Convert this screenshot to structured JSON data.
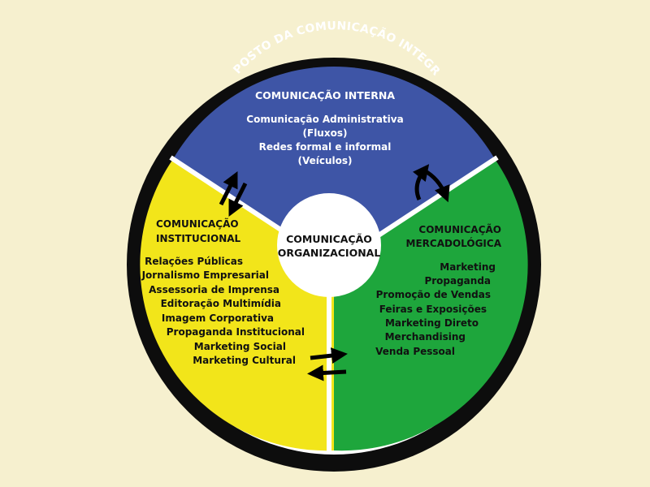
{
  "ring_title": "COMPOSTO DA COMUNICAÇÃO INTEGRADA",
  "center": {
    "lines": [
      "COMUNICAÇÃO",
      "ORGANIZACIONAL"
    ]
  },
  "sectors": {
    "interna": {
      "title": "COMUNICAÇÃO INTERNA",
      "items": [
        "Comunicação Administrativa",
        "(Fluxos)",
        "Redes formal e informal",
        "(Veículos)"
      ]
    },
    "institucional": {
      "title_lines": [
        "COMUNICAÇÃO",
        "INSTITUCIONAL"
      ],
      "items": [
        "Relações Públicas",
        "Jornalismo Empresarial",
        "Assessoria de Imprensa",
        "Editoração Multimídia",
        "Imagem Corporativa",
        "Propaganda Institucional",
        "Marketing Social",
        "Marketing Cultural"
      ]
    },
    "mercadologica": {
      "title_lines": [
        "COMUNICAÇÃO",
        "MERCADOLÓGICA"
      ],
      "items": [
        "Marketing",
        "Propaganda",
        "Promoção de Vendas",
        "Feiras e Exposições",
        "Marketing Direto",
        "Merchandising",
        "Venda Pessoal"
      ]
    }
  },
  "colors": {
    "background": "#f6f0cf",
    "ring": "#0d0d0d",
    "interna": "#3e55a6",
    "institucional": "#f2e51a",
    "mercadologica": "#1ea63c",
    "center": "#ffffff",
    "divider": "#ffffff"
  },
  "icons": [
    "bidirectional-arrows-icon",
    "bidirectional-arrows-icon",
    "bidirectional-arrows-icon"
  ]
}
